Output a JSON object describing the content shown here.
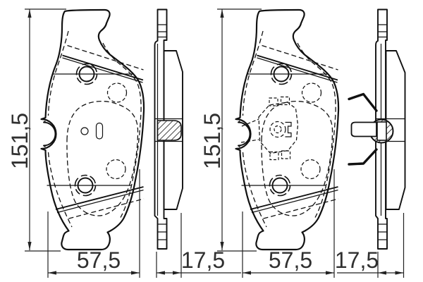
{
  "drawing": {
    "background_color": "#ffffff",
    "line_color": "#111111",
    "dimension_text_color": "#303030",
    "labels": {
      "pad_a_height": "151,5",
      "pad_a_width": "57,5",
      "pad_a_thickness": "17,5",
      "pad_b_height": "151,5",
      "pad_b_width": "57,5",
      "pad_b_thickness": "17,5"
    }
  }
}
